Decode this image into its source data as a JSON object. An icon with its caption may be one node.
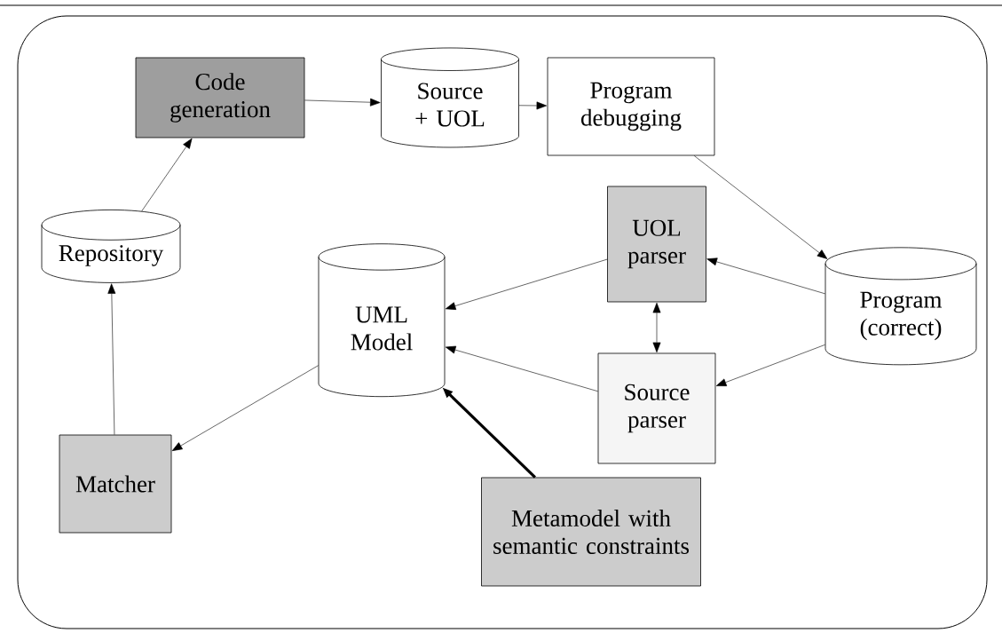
{
  "diagram": {
    "nodes": [
      {
        "text": [
          "Code generation"
        ]
      },
      {
        "text": [
          "Source + UOL"
        ]
      },
      {
        "text": [
          "Program debugging"
        ]
      },
      {
        "text": [
          "Repository"
        ]
      },
      {
        "text": [
          "UOL parser"
        ]
      },
      {
        "text": [
          "Program (correct)"
        ]
      },
      {
        "text": [
          "UML Model"
        ]
      },
      {
        "text": [
          "Source parser"
        ]
      },
      {
        "text": [
          "Matcher"
        ]
      },
      {
        "text": [
          "Metamodel with semantic constraints"
        ]
      }
    ],
    "edges": [
      {
        "from": 0,
        "to": 1,
        "arrow": "to"
      },
      {
        "from": 1,
        "to": 2,
        "arrow": "to"
      },
      {
        "from": 2,
        "to": 5,
        "arrow": "to"
      },
      {
        "from": 3,
        "to": 0,
        "arrow": "to"
      },
      {
        "from": 8,
        "to": 3,
        "arrow": "to"
      },
      {
        "from": 6,
        "to": 8,
        "arrow": "to"
      },
      {
        "from": 4,
        "to": 6,
        "arrow": "to"
      },
      {
        "from": 7,
        "to": 6,
        "arrow": "to"
      },
      {
        "from": 4,
        "to": 7,
        "arrow": "both"
      },
      {
        "from": 5,
        "to": 4,
        "arrow": "to"
      },
      {
        "from": 5,
        "to": 7,
        "arrow": "to"
      },
      {
        "from": 9,
        "to": 6,
        "arrow": "to",
        "style": "thick"
      }
    ]
  }
}
